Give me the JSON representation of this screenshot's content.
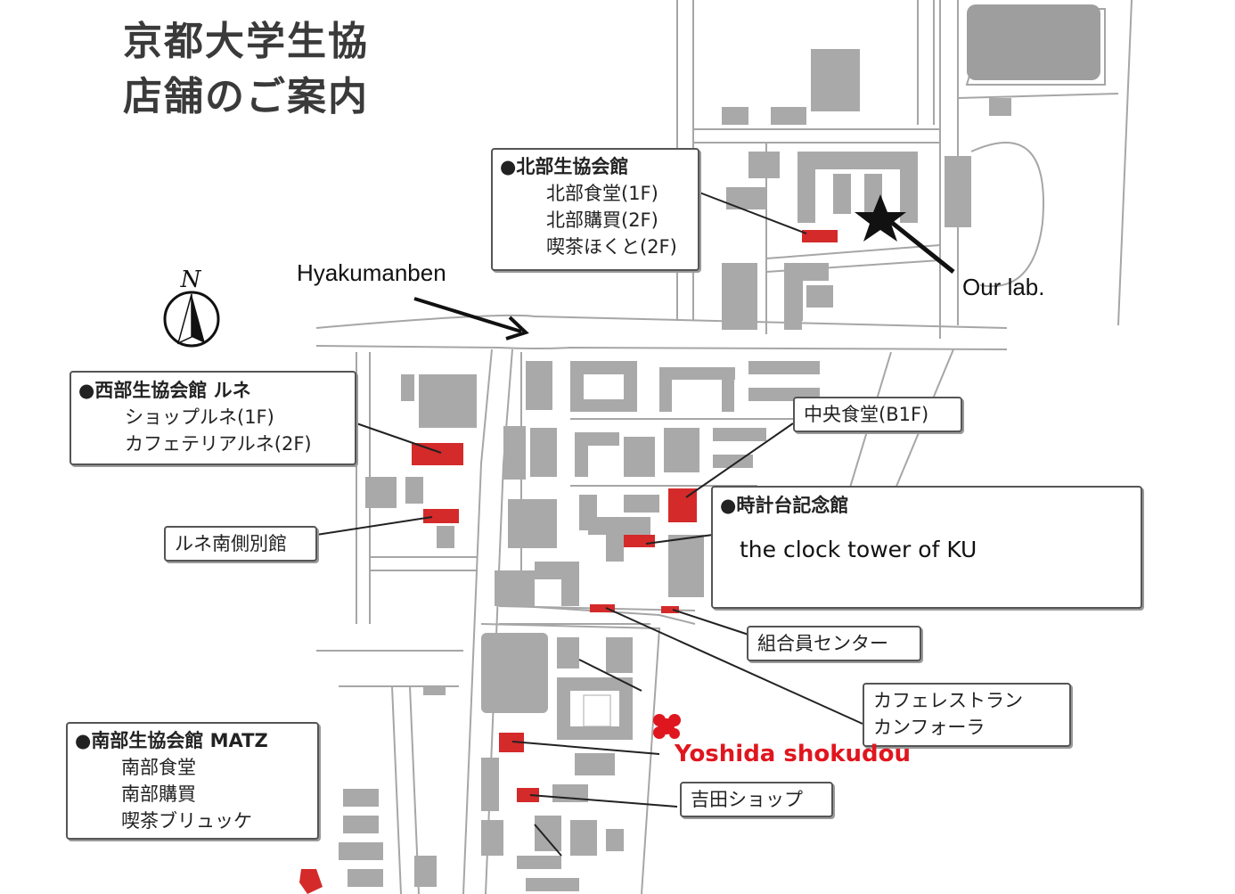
{
  "title": {
    "line1": "京都大学生協",
    "line2": "店舗のご案内"
  },
  "compass_label": "N",
  "boxes": {
    "hokubu": {
      "heading": "●北部生協会館",
      "lines": [
        "北部食堂(1F)",
        "北部購買(2F)",
        "喫茶ほくと(2F)"
      ]
    },
    "seibu": {
      "heading": "●西部生協会館 ルネ",
      "lines": [
        "ショップルネ(1F)",
        "カフェテリアルネ(2F)"
      ]
    },
    "rune_south": {
      "label": "ルネ南側別館"
    },
    "chuo": {
      "label": "中央食堂(B1F)"
    },
    "clock": {
      "heading": "●時計台記念館",
      "note": "the clock tower of KU"
    },
    "kumiai": {
      "label": "組合員センター"
    },
    "cafe": {
      "lines": [
        "カフェレストラン",
        "カンフォーラ"
      ]
    },
    "nanbu": {
      "heading": "●南部生協会館 MATZ",
      "lines": [
        "南部食堂",
        "南部購買",
        "喫茶ブリュッケ"
      ]
    },
    "yoshida_shop": {
      "label": "吉田ショップ"
    }
  },
  "annotations": {
    "hyakumanben": "Hyakumanben",
    "our_lab": "Our lab.",
    "yoshida_shokudou": "Yoshida shokudou"
  },
  "colors": {
    "building": "#a9a9a9",
    "road": "#a6a6a6",
    "shop": "#d42a2a",
    "accent_red": "#e0161e"
  },
  "icons": [
    "compass-icon",
    "star-icon",
    "flower-marker-icon"
  ]
}
